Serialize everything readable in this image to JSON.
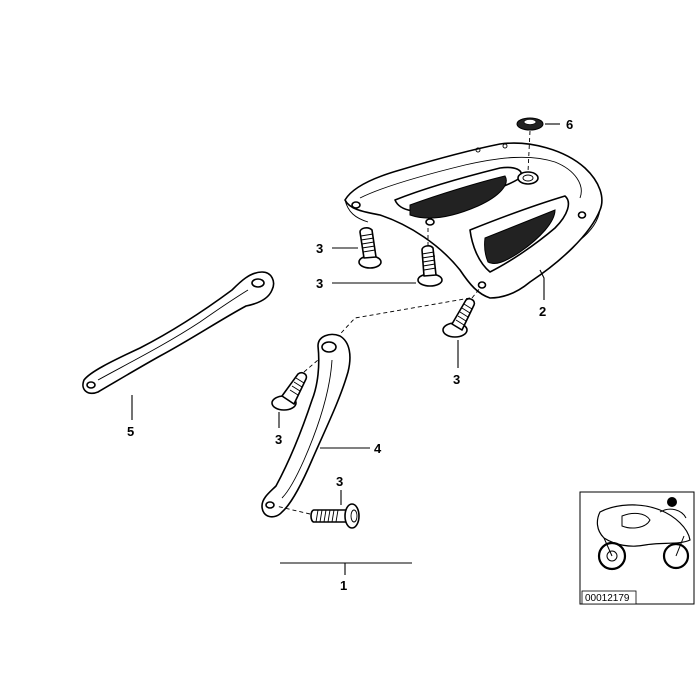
{
  "callouts": {
    "c1": "1",
    "c2": "2",
    "c3a": "3",
    "c3b": "3",
    "c3c": "3",
    "c3d": "3",
    "c3e": "3",
    "c4": "4",
    "c5": "5",
    "c6": "6"
  },
  "inset": {
    "reference": "00012179"
  }
}
